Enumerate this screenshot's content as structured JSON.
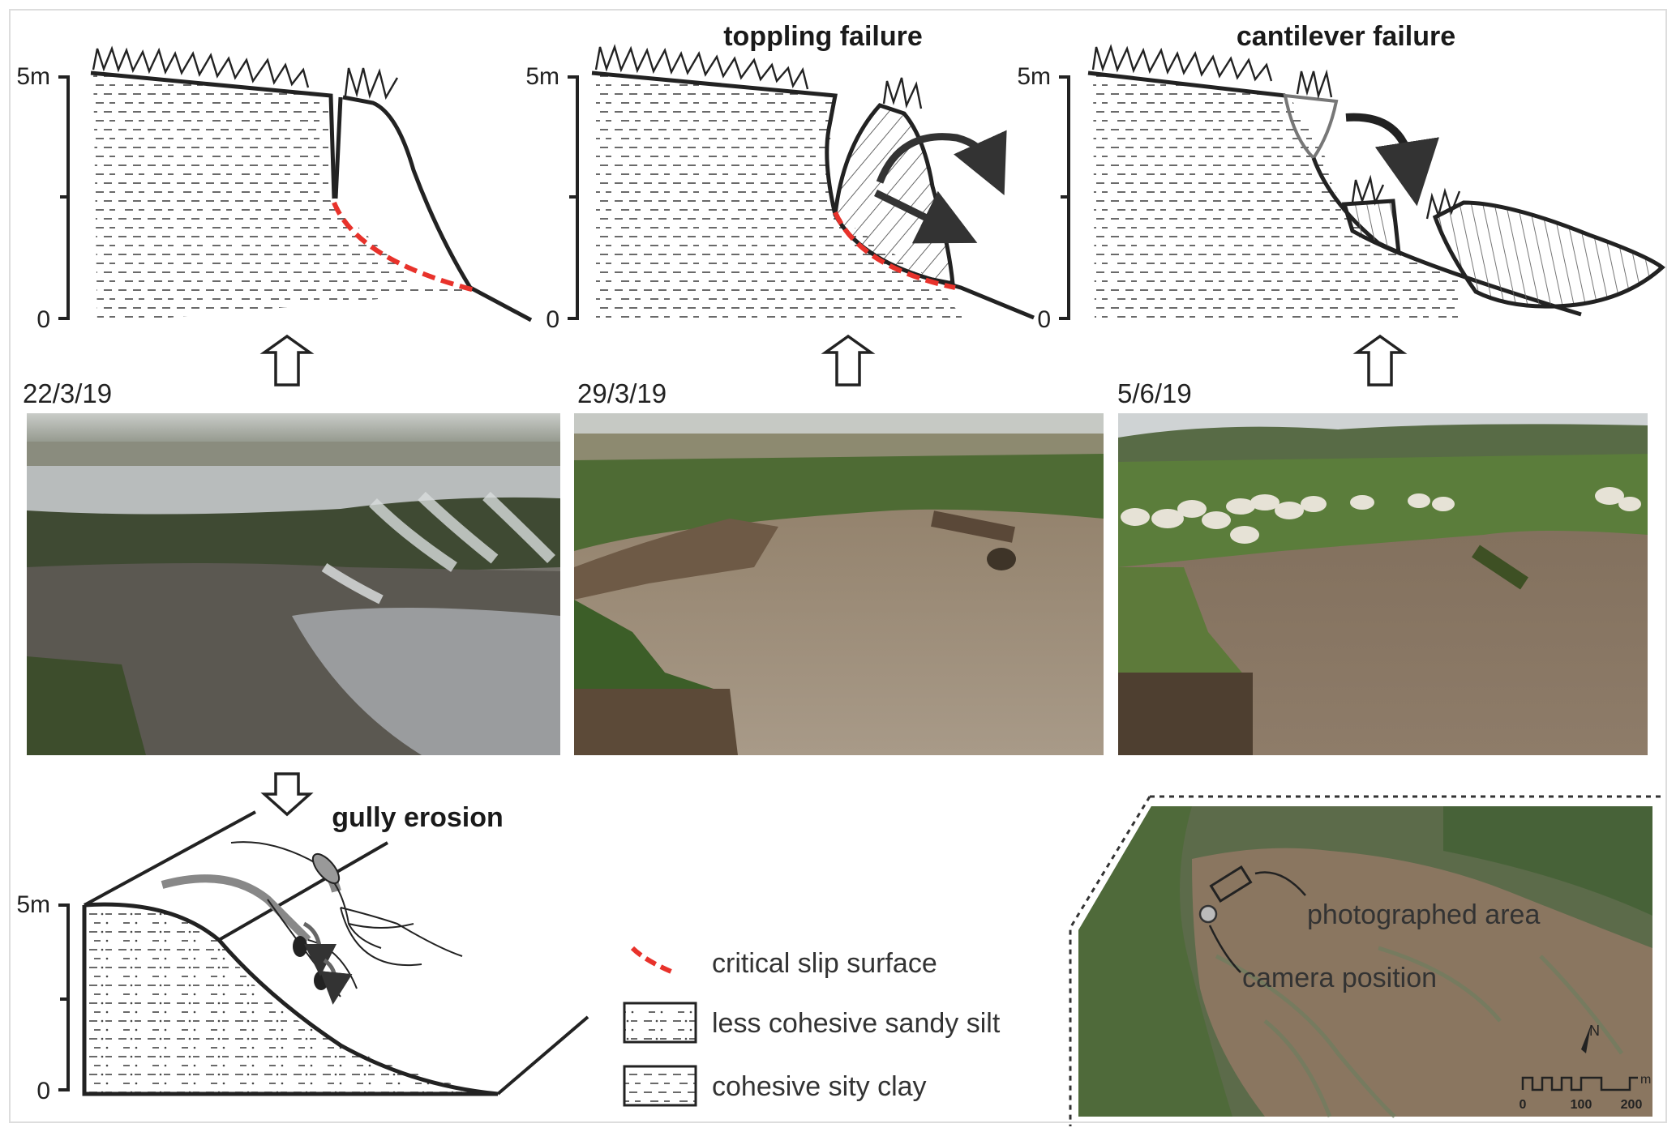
{
  "panels": [
    {
      "id": "panel-1",
      "title": "",
      "date": "22/3/19",
      "axis_top": "5m",
      "axis_bottom": "0"
    },
    {
      "id": "panel-2",
      "title": "toppling failure",
      "date": "29/3/19",
      "axis_top": "5m",
      "axis_bottom": "0"
    },
    {
      "id": "panel-3",
      "title": "cantilever failure",
      "date": "5/6/19",
      "axis_top": "5m",
      "axis_bottom": "0"
    }
  ],
  "gully": {
    "title": "gully erosion",
    "axis_top": "5m",
    "axis_bottom": "0"
  },
  "legend": {
    "slip": "critical slip surface",
    "sandy": "less cohesive sandy silt",
    "clay": "cohesive sity clay"
  },
  "map": {
    "photo_label": "photographed area",
    "camera_label": "camera position",
    "north": "N",
    "scale_unit": "m",
    "scale_ticks": [
      "0",
      "100",
      "200"
    ]
  },
  "colors": {
    "slip": "#e8322b",
    "line": "#222222",
    "water": "#8a7660",
    "marsh": "#4f6a3a"
  }
}
